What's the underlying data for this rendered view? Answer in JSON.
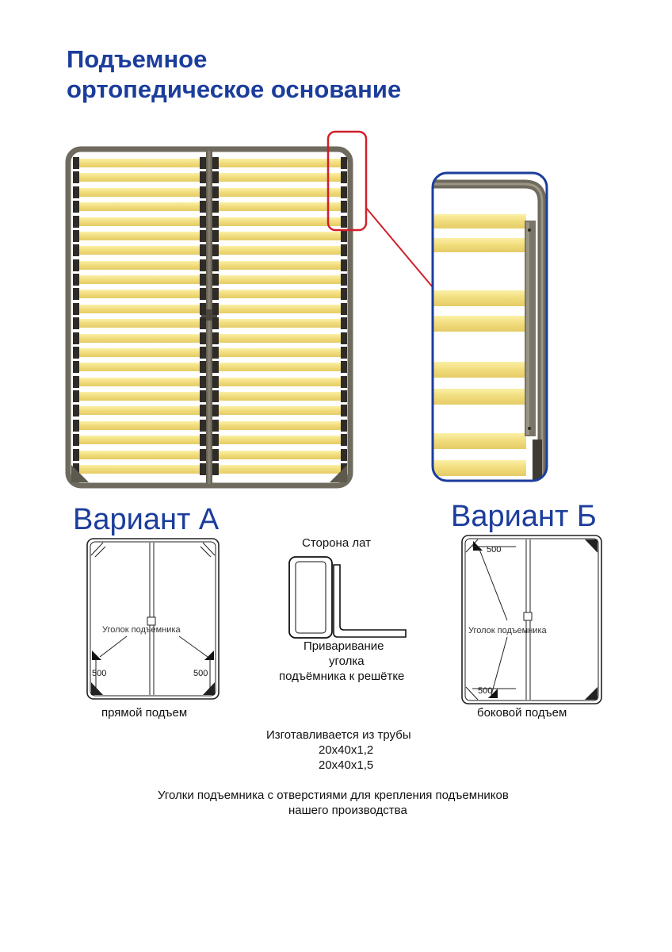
{
  "title": {
    "line1": "Подъемное",
    "line2": "ортопедическое основание"
  },
  "variant_a": {
    "heading": "Вариант А",
    "corner_label": "Уголок подъемника",
    "dim_left": "500",
    "dim_right": "500",
    "caption": "прямой подъем"
  },
  "variant_b": {
    "heading": "Вариант Б",
    "corner_label": "Уголок подъемника",
    "dim_top": "500",
    "dim_bottom": "500",
    "caption": "боковой подъем"
  },
  "profile": {
    "side_label": "Сторона лат",
    "weld_line1": "Приваривание",
    "weld_line2": "уголка",
    "weld_line3": "подъёмника к решётке"
  },
  "material": {
    "line1": "Изготавливается из трубы",
    "line2": "20x40x1,2",
    "line3": "20x40x1,5"
  },
  "footer": {
    "line1": "Уголки подъемника с отверстиями для крепления подъемников",
    "line2": "нашего производства"
  },
  "colors": {
    "brand_blue": "#1b3d9c",
    "highlight_red": "#d0202a",
    "slat_yellow": "#f5e38a",
    "frame_grey": "#6f6a5e"
  }
}
